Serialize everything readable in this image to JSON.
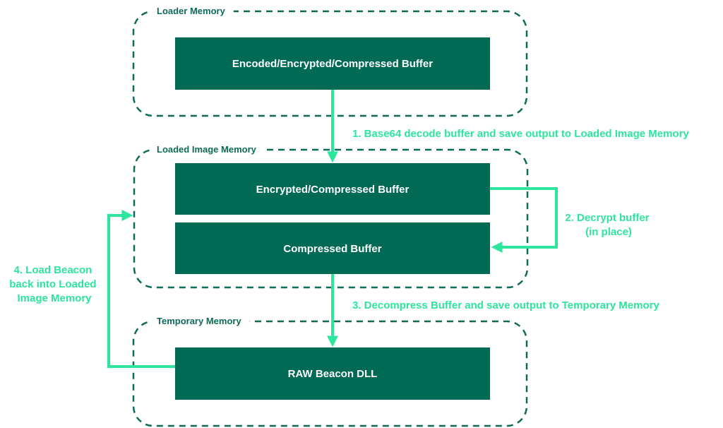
{
  "colors": {
    "box_fill": "#006A55",
    "container_stroke": "#0E6B57",
    "arrow": "#2EE59D",
    "box_text": "#FFFFFF"
  },
  "containers": [
    {
      "id": "loader",
      "label": "Loader Memory"
    },
    {
      "id": "loaded",
      "label": "Loaded Image Memory"
    },
    {
      "id": "temporary",
      "label": "Temporary Memory"
    }
  ],
  "boxes": [
    {
      "id": "encoded",
      "label": "Encoded/Encrypted/Compressed Buffer"
    },
    {
      "id": "encrypted",
      "label": "Encrypted/Compressed Buffer"
    },
    {
      "id": "compressed",
      "label": "Compressed Buffer"
    },
    {
      "id": "raw",
      "label": "RAW Beacon DLL"
    }
  ],
  "steps": [
    {
      "id": "step1",
      "lines": [
        "1. Base64 decode buffer and save output to Loaded Image Memory"
      ]
    },
    {
      "id": "step2",
      "lines": [
        "2. Decrypt buffer",
        "(in place)"
      ]
    },
    {
      "id": "step3",
      "lines": [
        "3. Decompress Buffer and save output to Temporary Memory"
      ]
    },
    {
      "id": "step4",
      "lines": [
        "4. Load Beacon",
        "back into Loaded",
        "Image Memory"
      ]
    }
  ]
}
